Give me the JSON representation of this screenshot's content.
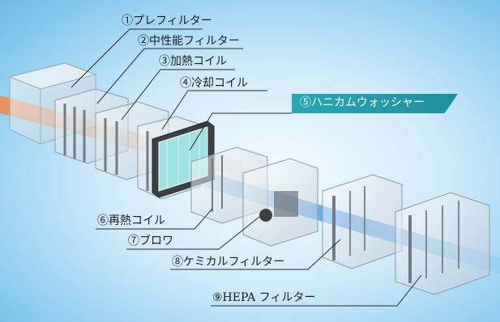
{
  "labels": {
    "pre_filter": "①プレフィルター",
    "medium_filter": "②中性能フィルター",
    "heating_coil": "③加熱コイル",
    "cooling_coil": "④冷却コイル",
    "honeycomb_washer": "⑤ハニカムウォッシャー",
    "reheat_coil": "⑥再熱コイル",
    "blower": "⑦ブロワ",
    "chemical_filter": "⑧ケミカルフィルター",
    "hepa_filter": "⑨HEPA フィルター"
  },
  "colors": {
    "background": "#8fcdf0",
    "highlight": "#2aa6b3",
    "intake_flow": "#f2a070",
    "clean_flow": "#3a8fe0"
  }
}
